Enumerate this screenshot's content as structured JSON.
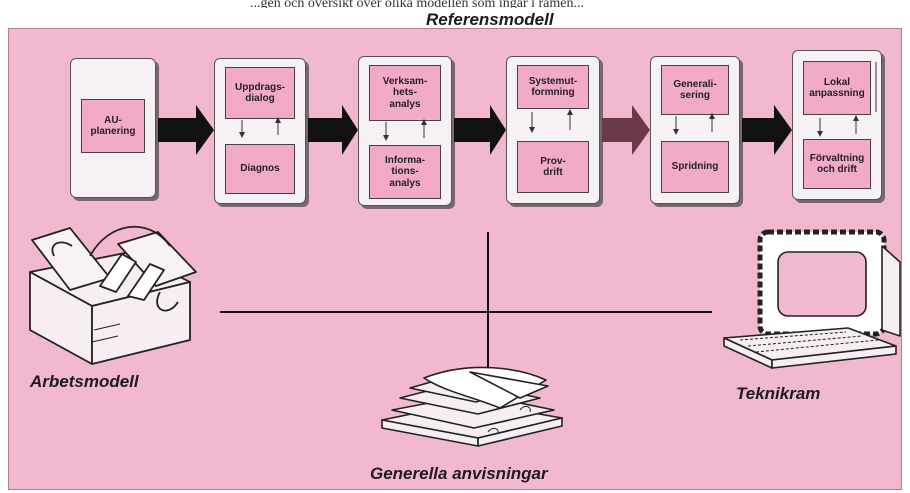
{
  "top_caption": "...gen och översikt over olika modellen som ingår i ramen...",
  "labels": {
    "referensmodell": "Referensmodell",
    "arbetsmodell": "Arbetsmodell",
    "teknikram": "Teknikram",
    "generella": "Generella anvisningar"
  },
  "stages": [
    {
      "upper": "AU-\nplanering",
      "lower": ""
    },
    {
      "upper": "Uppdrags-\ndialog",
      "lower": "Diagnos"
    },
    {
      "upper": "Verksam-\nhets-\nanalys",
      "lower": "Informa-\ntions-\nanalys"
    },
    {
      "upper": "Systemut-\nformning",
      "lower": "Prov-\ndrift"
    },
    {
      "upper": "Generali-\nsering",
      "lower": "Spridning"
    },
    {
      "upper": "Lokal\nanpassning",
      "lower": "Förvaltning\noch drift"
    }
  ],
  "icons": {
    "toolbox": "toolbox-icon",
    "computer": "framed-computer-icon",
    "papers": "paper-stack-icon"
  },
  "colors": {
    "background": "#f2b8cf",
    "box_fill": "#f3aac8",
    "card": "#f6f1f4",
    "arrow": "#111111"
  }
}
